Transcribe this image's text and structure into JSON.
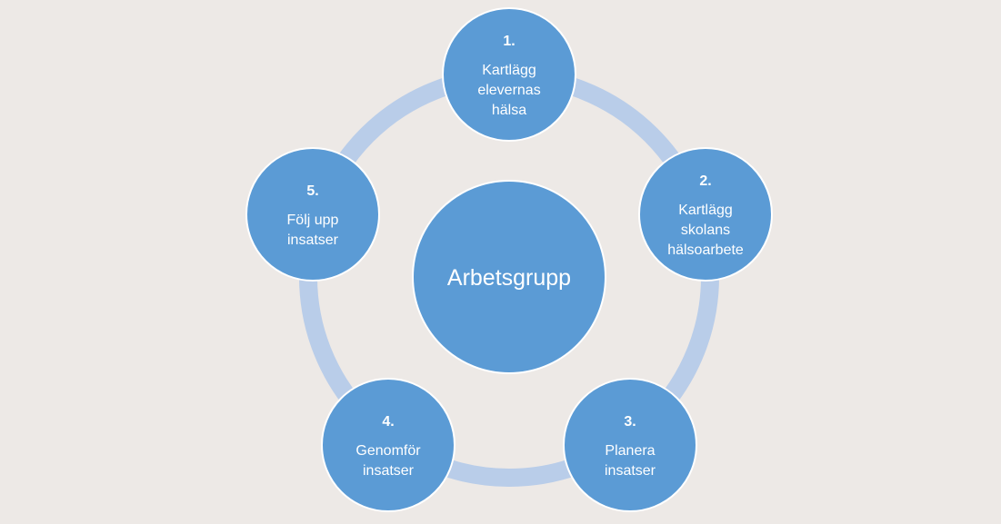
{
  "diagram": {
    "center": {
      "label": "Arbetsgrupp"
    },
    "steps": [
      {
        "number": "1.",
        "lines": [
          "Kartlägg",
          "elevernas",
          "hälsa"
        ]
      },
      {
        "number": "2.",
        "lines": [
          "Kartlägg",
          "skolans",
          "hälsoarbete"
        ]
      },
      {
        "number": "3.",
        "lines": [
          "Planera",
          "insatser"
        ]
      },
      {
        "number": "4.",
        "lines": [
          "Genomför",
          "insatser"
        ]
      },
      {
        "number": "5.",
        "lines": [
          "Följ upp",
          "insatser"
        ]
      }
    ],
    "colors": {
      "background": "#ede9e6",
      "node_fill": "#5b9bd5",
      "node_stroke": "#ffffff",
      "ring": "#b9cde9",
      "text": "#ffffff"
    }
  }
}
